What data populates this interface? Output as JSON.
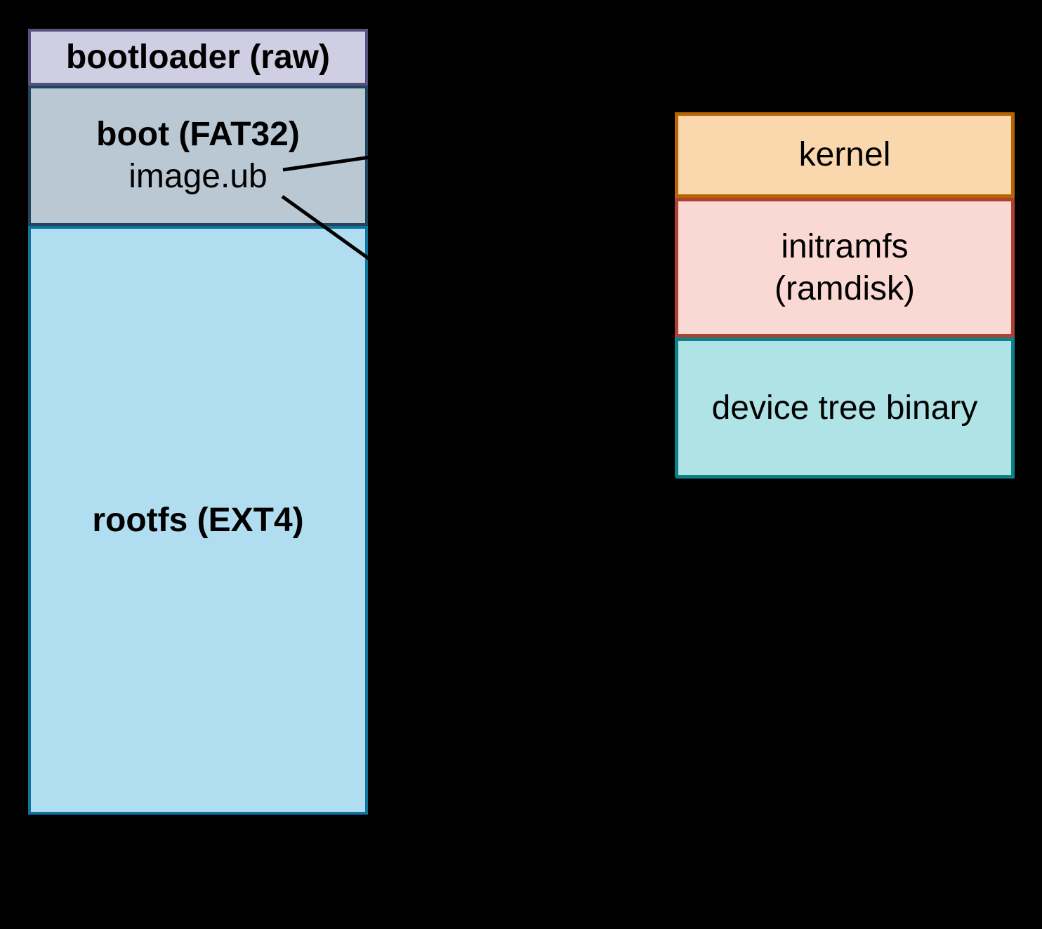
{
  "background_color": "#000000",
  "text_color": "#000000",
  "sd_card": {
    "partitions": [
      {
        "id": "bootloader",
        "label": "bootloader (raw)",
        "fill": "#d0cee2",
        "stroke": "#56517e"
      },
      {
        "id": "boot",
        "label": "boot (FAT32)",
        "file": "image.ub",
        "fill": "#bac8d3",
        "stroke": "#23445d"
      },
      {
        "id": "rootfs",
        "label": "rootfs (EXT4)",
        "fill": "#b1ddf0",
        "stroke": "#10739e"
      }
    ]
  },
  "image_ub_contents": [
    {
      "id": "kernel",
      "label": "kernel",
      "fill": "#fad7ac",
      "stroke": "#b46504"
    },
    {
      "id": "initramfs",
      "lines": {
        "0": "initramfs",
        "1": "(ramdisk)"
      },
      "fill": "#fad9d5",
      "stroke": "#ae4132"
    },
    {
      "id": "device-tree-binary",
      "label": "device tree binary",
      "fill": "#b0e3e6",
      "stroke": "#0e8088"
    }
  ],
  "connectors": {
    "color": "#000000"
  }
}
